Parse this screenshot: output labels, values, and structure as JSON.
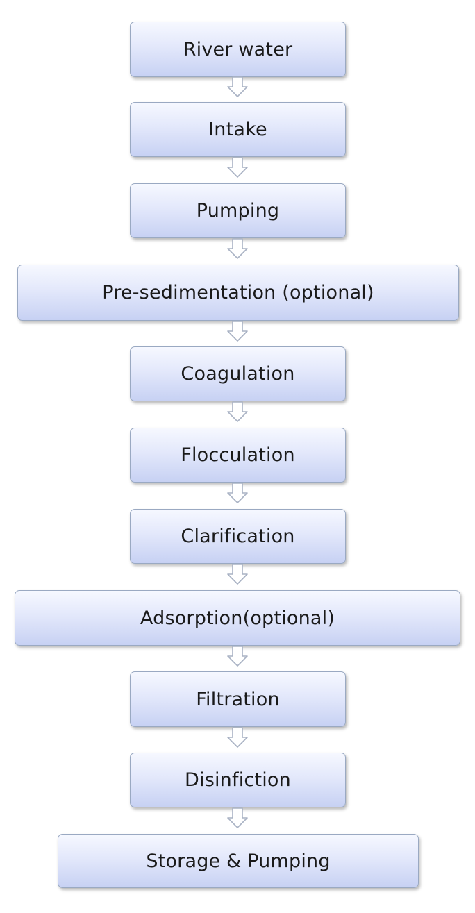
{
  "diagram": {
    "steps": [
      {
        "label": "River water"
      },
      {
        "label": "Intake"
      },
      {
        "label": "Pumping"
      },
      {
        "label": "Pre-sedimentation (optional)"
      },
      {
        "label": "Coagulation"
      },
      {
        "label": "Flocculation"
      },
      {
        "label": "Clarification"
      },
      {
        "label": "Adsorption(optional)"
      },
      {
        "label": "Filtration"
      },
      {
        "label": "Disinfiction"
      },
      {
        "label": "Storage & Pumping"
      }
    ],
    "box_color": "#d6ddf7",
    "border_color": "#9aa9c2",
    "arrow_color": "#ffffff",
    "arrow_border_color": "#a9b2c4"
  }
}
